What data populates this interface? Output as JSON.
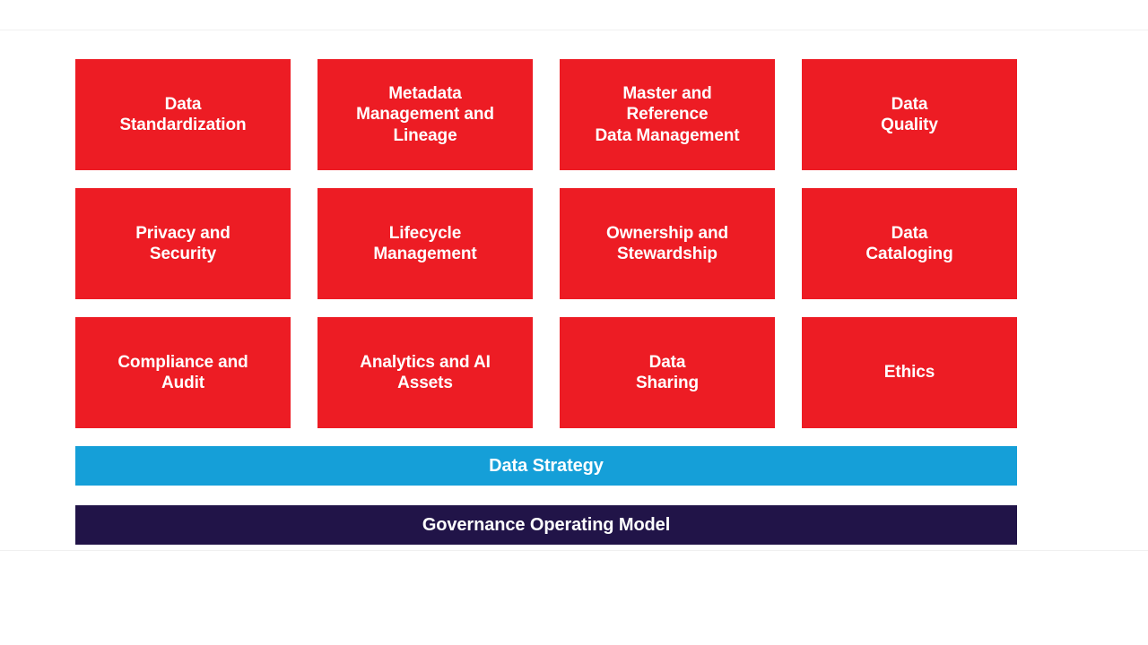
{
  "page": {
    "background": "#ffffff",
    "rule_color": "#f0f0f0"
  },
  "palette": {
    "pillar_red": "#ED1C24",
    "strategy_blue": "#159FD8",
    "operating_navy": "#211448",
    "label_white": "#FFFFFF"
  },
  "framework": {
    "pillar_rows": [
      {
        "tiles": [
          {
            "label": "Data\nStandardization"
          },
          {
            "label": "Metadata\nManagement and\nLineage"
          },
          {
            "label": "Master and\nReference\nData Management"
          },
          {
            "label": "Data\nQuality"
          }
        ]
      },
      {
        "tiles": [
          {
            "label": "Privacy and\nSecurity"
          },
          {
            "label": "Lifecycle\nManagement"
          },
          {
            "label": "Ownership and\nStewardship"
          },
          {
            "label": "Data\nCataloging"
          }
        ]
      },
      {
        "tiles": [
          {
            "label": "Compliance and\nAudit"
          },
          {
            "label": "Analytics and AI\nAssets"
          },
          {
            "label": "Data\nSharing"
          },
          {
            "label": "Ethics"
          }
        ]
      }
    ],
    "foundation_bands": [
      {
        "label": "Data Strategy",
        "color": "#159FD8"
      },
      {
        "label": "Governance Operating Model",
        "color": "#211448"
      }
    ]
  }
}
